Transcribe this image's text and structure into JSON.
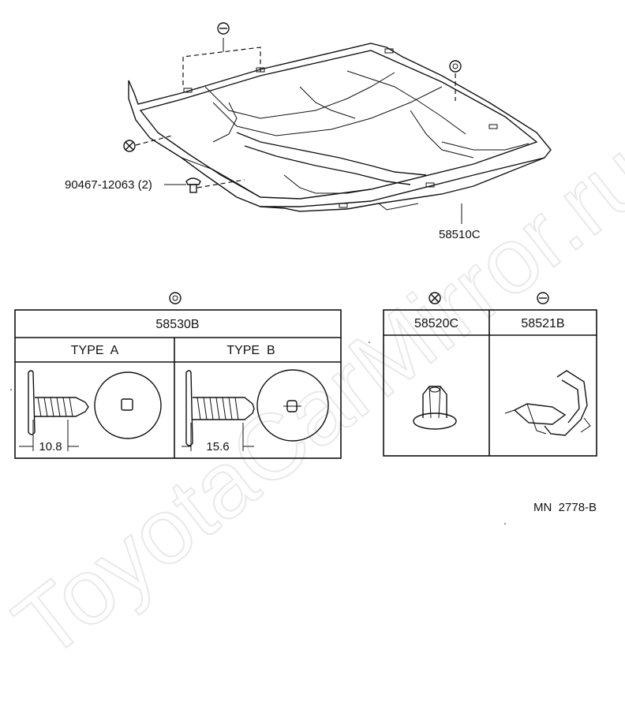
{
  "watermark": "ToyotaCarMirror.ru",
  "main": {
    "part_numbers": {
      "bolt": "90467-12063 (2)",
      "carpet": "58510C"
    }
  },
  "left_panel": {
    "symbol": "double-circle",
    "part_number": "58530B",
    "type_a": {
      "label": "TYPE  A",
      "dimension": "10.8"
    },
    "type_b": {
      "label": "TYPE  B",
      "dimension": "15.6"
    }
  },
  "right_panel": {
    "col1": {
      "symbol": "circle-x",
      "part_number": "58520C"
    },
    "col2": {
      "symbol": "circle-minus",
      "part_number": "58521B"
    }
  },
  "diagram_code": "MN  2778-B",
  "colors": {
    "line": "#111111",
    "watermark": "#e9e9e9"
  }
}
